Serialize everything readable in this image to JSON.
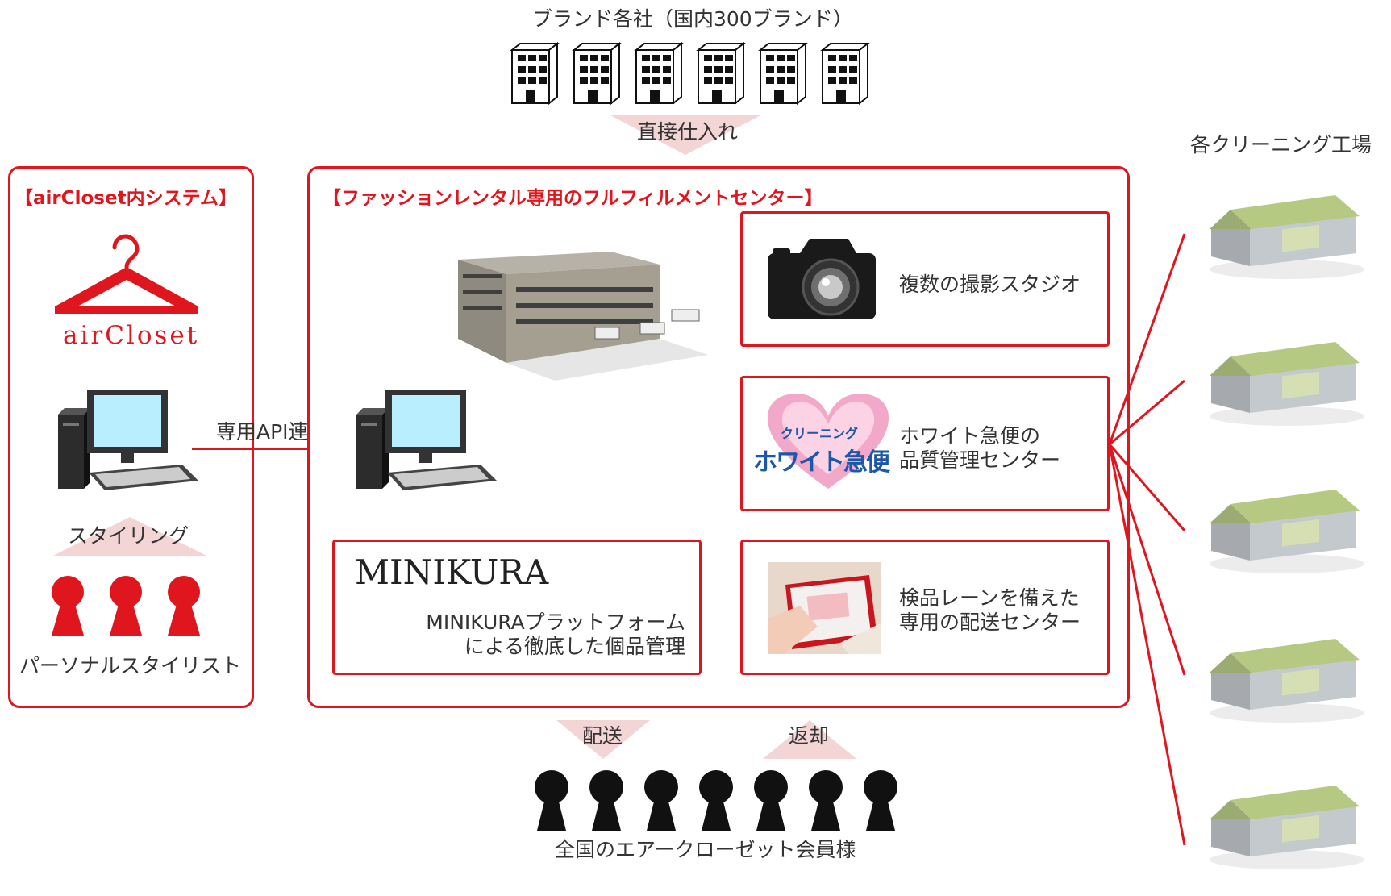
{
  "brands": {
    "title": "ブランド各社（国内300ブランド）",
    "arrow_label": "直接仕入れ"
  },
  "left_panel": {
    "title": "【airCloset内システム】",
    "logo_text": "airCloset",
    "styling_label": "スタイリング",
    "stylists_label": "パーソナルスタイリスト"
  },
  "api_label": "専用API連携",
  "center_panel": {
    "title": "【ファッションレンタル専用のフルフィルメントセンター】",
    "minikura": {
      "logo": "MINIKURA",
      "line1": "MINIKURAプラットフォーム",
      "line2": "による徹底した個品管理"
    },
    "studio": {
      "label": "複数の撮影スタジオ"
    },
    "quality": {
      "logo_small": "クリーニング",
      "logo_main": "ホワイト急便",
      "line1": "ホワイト急便の",
      "line2": "品質管理センター"
    },
    "shipping": {
      "line1": "検品レーンを備えた",
      "line2": "専用の配送センター"
    }
  },
  "flows": {
    "delivery": "配送",
    "return": "返却"
  },
  "members": {
    "label": "全国のエアークローゼット会員様"
  },
  "factories": {
    "title": "各クリーニング工場"
  },
  "colors": {
    "accent": "#e0161e",
    "pink": "#f3d5d5",
    "factory_roof": "#b5c982"
  }
}
